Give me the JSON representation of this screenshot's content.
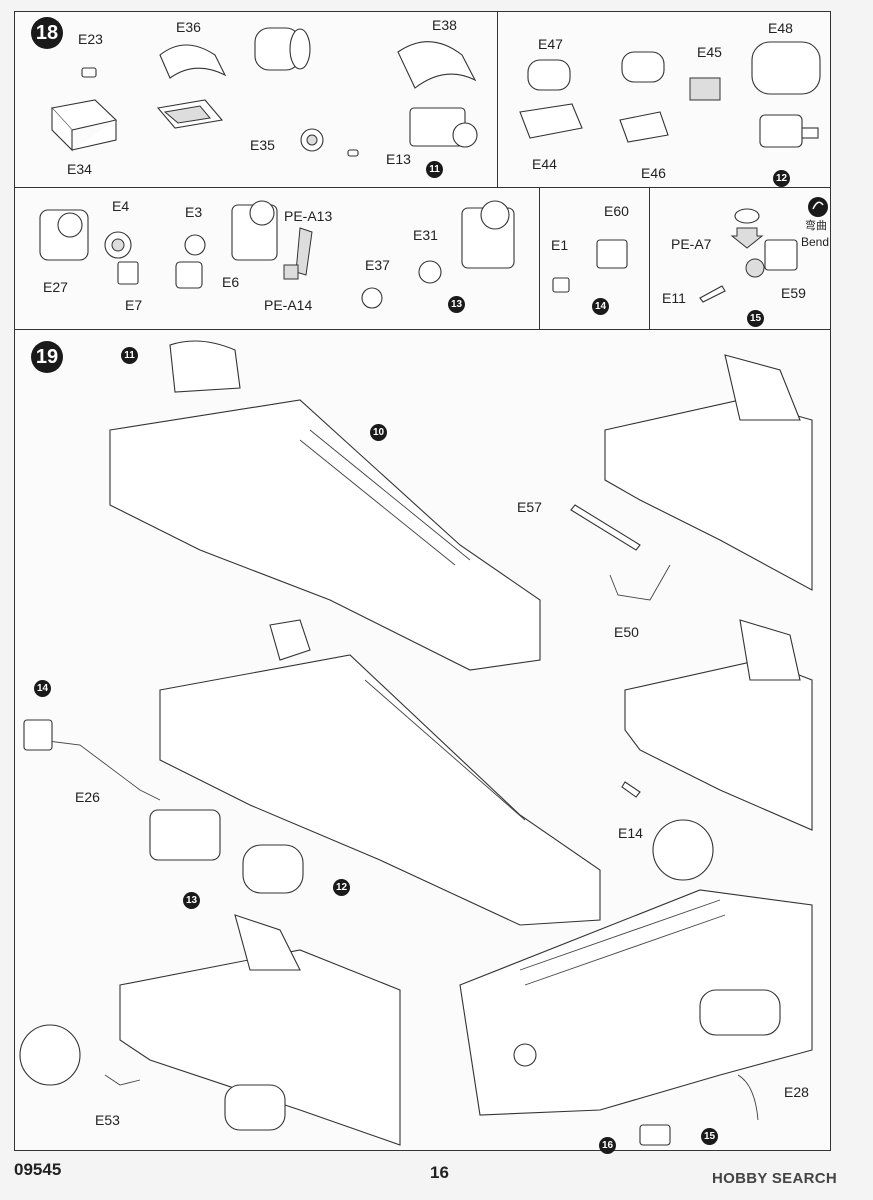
{
  "document": {
    "code": "09545",
    "page_number": "16",
    "watermark": "HOBBY SEARCH"
  },
  "steps": [
    {
      "number": "18",
      "title": ""
    },
    {
      "number": "19",
      "title": ""
    }
  ],
  "sub_assemblies": [
    "10",
    "11",
    "12",
    "13",
    "14",
    "15",
    "16"
  ],
  "bend_note": {
    "cn": "弯曲",
    "en": "Bend"
  },
  "labels": {
    "E23": "E23",
    "E34": "E34",
    "E36": "E36",
    "E35": "E35",
    "E13": "E13",
    "E38": "E38",
    "E47": "E47",
    "E44": "E44",
    "E45": "E45",
    "E46": "E46",
    "E48": "E48",
    "E4": "E4",
    "E27": "E27",
    "E7": "E7",
    "E3": "E3",
    "E6": "E6",
    "PE_A13": "PE-A13",
    "PE_A14": "PE-A14",
    "E37": "E37",
    "E31": "E31",
    "E1": "E1",
    "E60": "E60",
    "PE_A7": "PE-A7",
    "E11": "E11",
    "E59": "E59",
    "E57": "E57",
    "E50": "E50",
    "E26": "E26",
    "E14": "E14",
    "E53": "E53",
    "E28": "E28"
  }
}
